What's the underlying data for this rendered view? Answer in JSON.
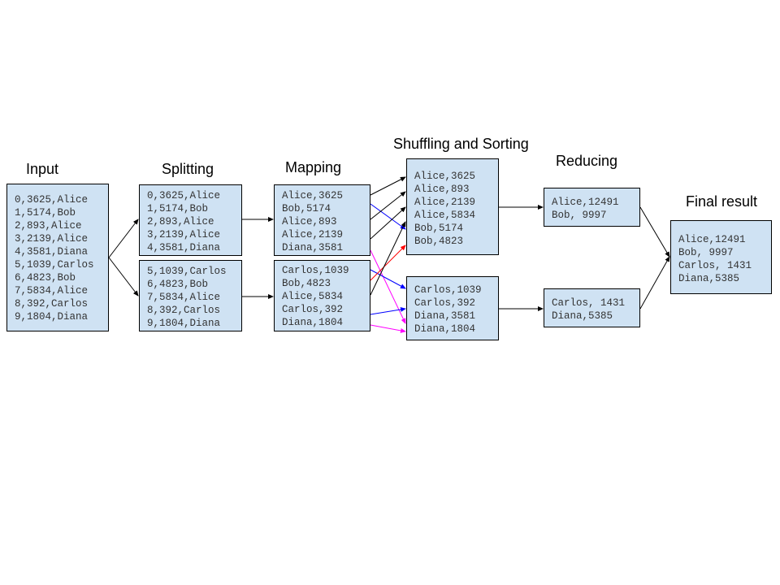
{
  "stages": {
    "input": "Input",
    "splitting": "Splitting",
    "mapping": "Mapping",
    "shuffling": "Shuffling and Sorting",
    "reducing": "Reducing",
    "final": "Final result"
  },
  "input": {
    "lines": [
      "0,3625,Alice",
      "1,5174,Bob",
      "2,893,Alice",
      "3,2139,Alice",
      "4,3581,Diana",
      "5,1039,Carlos",
      "6,4823,Bob",
      "7,5834,Alice",
      "8,392,Carlos",
      "9,1804,Diana"
    ]
  },
  "splits": [
    {
      "lines": [
        "0,3625,Alice",
        "1,5174,Bob",
        "2,893,Alice",
        "3,2139,Alice",
        "4,3581,Diana"
      ]
    },
    {
      "lines": [
        "5,1039,Carlos",
        "6,4823,Bob",
        "7,5834,Alice",
        "8,392,Carlos",
        "9,1804,Diana"
      ]
    }
  ],
  "maps": [
    {
      "lines": [
        "Alice,3625",
        "Bob,5174",
        "Alice,893",
        "Alice,2139",
        "Diana,3581"
      ]
    },
    {
      "lines": [
        "Carlos,1039",
        "Bob,4823",
        "Alice,5834",
        "Carlos,392",
        "Diana,1804"
      ]
    }
  ],
  "shuffles": [
    {
      "lines": [
        "Alice,3625",
        "Alice,893",
        "Alice,2139",
        "Alice,5834",
        "Bob,5174",
        "Bob,4823"
      ]
    },
    {
      "lines": [
        "Carlos,1039",
        "Carlos,392",
        "Diana,3581",
        "Diana,1804"
      ]
    }
  ],
  "reduces": [
    {
      "lines": [
        "Alice,12491",
        "Bob, 9997"
      ]
    },
    {
      "lines": [
        "Carlos, 1431",
        "Diana,5385"
      ]
    }
  ],
  "final": {
    "lines": [
      "Alice,12491",
      "Bob, 9997",
      "Carlos, 1431",
      "Diana,5385"
    ]
  },
  "colors": {
    "box_fill": "#cfe2f3",
    "alice_arrow": "#000000",
    "bob_arrow": "#0000ff",
    "bob2_arrow": "#ff0000",
    "carlos_arrow": "#0000ff",
    "diana_arrow": "#ff00ff"
  }
}
